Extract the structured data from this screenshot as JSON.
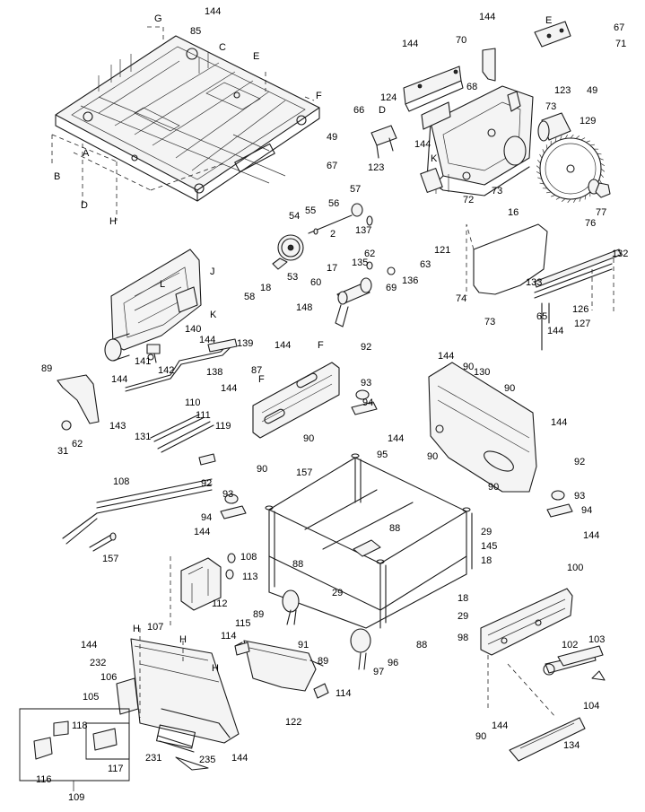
{
  "labels": {
    "G": "G",
    "A": "A",
    "B": "B",
    "C": "C",
    "D": "D",
    "E": "E",
    "F": "F",
    "H": "H",
    "J": "J",
    "K": "K",
    "L": "L",
    "n2": "2",
    "n16": "16",
    "n17": "17",
    "n18": "18",
    "n29": "29",
    "n31": "31",
    "n49": "49",
    "n53": "53",
    "n54": "54",
    "n55": "55",
    "n56": "56",
    "n57": "57",
    "n58": "58",
    "n60": "60",
    "n62": "62",
    "n63": "63",
    "n65": "65",
    "n66": "66",
    "n67": "67",
    "n68": "68",
    "n69": "69",
    "n70": "70",
    "n71": "71",
    "n72": "72",
    "n73": "73",
    "n74": "74",
    "n76": "76",
    "n77": "77",
    "n85": "85",
    "n87": "87",
    "n88": "88",
    "n89": "89",
    "n90": "90",
    "n91": "91",
    "n92": "92",
    "n93": "93",
    "n94": "94",
    "n95": "95",
    "n96": "96",
    "n97": "97",
    "n98": "98",
    "n100": "100",
    "n102": "102",
    "n103": "103",
    "n104": "104",
    "n105": "105",
    "n106": "106",
    "n107": "107",
    "n108": "108",
    "n109": "109",
    "n110": "110",
    "n111": "111",
    "n112": "112",
    "n113": "113",
    "n114": "114",
    "n115": "115",
    "n116": "116",
    "n117": "117",
    "n118": "118",
    "n119": "119",
    "n121": "121",
    "n122": "122",
    "n123": "123",
    "n124": "124",
    "n126": "126",
    "n127": "127",
    "n129": "129",
    "n130": "130",
    "n131": "131",
    "n132": "132",
    "n133": "133",
    "n134": "134",
    "n135": "135",
    "n136": "136",
    "n137": "137",
    "n138": "138",
    "n139": "139",
    "n140": "140",
    "n141": "141",
    "n142": "142",
    "n143": "143",
    "n144": "144",
    "n145": "145",
    "n148": "148",
    "n157": "157",
    "n231": "231",
    "n232": "232",
    "n235": "235"
  }
}
